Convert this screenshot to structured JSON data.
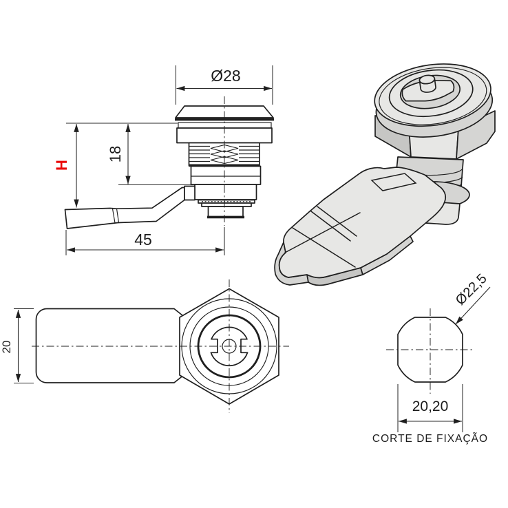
{
  "drawing": {
    "views": {
      "front": {
        "dim_diameter": "Ø28",
        "dim_thread_length": "18",
        "dim_height_label": "H",
        "dim_lever_length": "45"
      },
      "top": {
        "dim_lever_width": "20"
      },
      "isometric": {},
      "cutout": {
        "dim_diameter": "Ø22,5",
        "dim_width": "20,20",
        "caption": "CORTE DE FIXAÇÃO"
      }
    },
    "colors": {
      "line": "#1f1f1f",
      "dim": "#2a2a2a",
      "accent": "#ea0a0a",
      "metal_light": "#e7e7e5",
      "metal_mid": "#d5d5d3",
      "metal_dark": "#c6c6c4",
      "background": "#ffffff"
    }
  }
}
